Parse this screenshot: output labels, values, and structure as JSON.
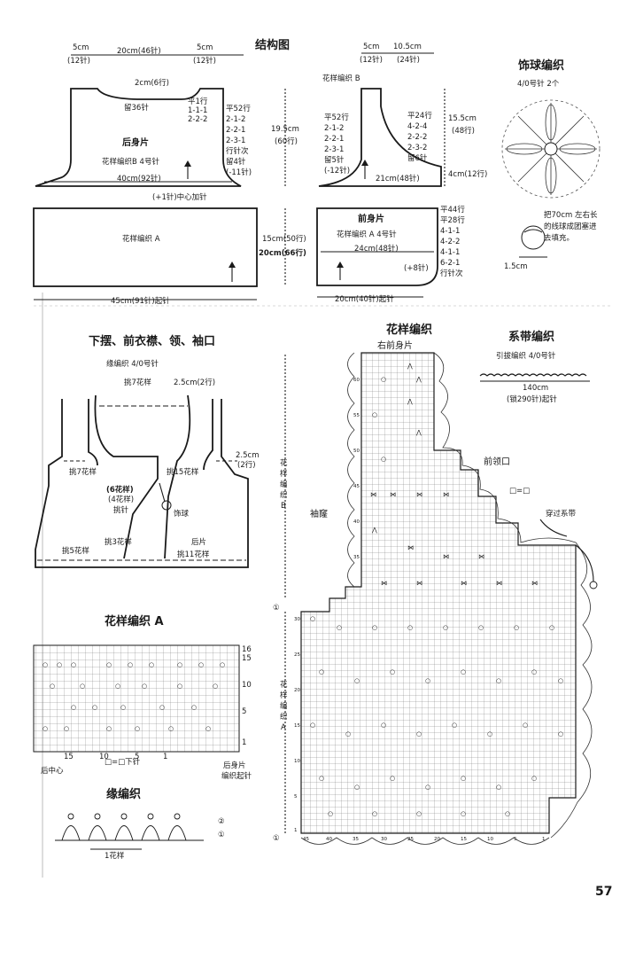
{
  "titles": {
    "structure": "结构图",
    "pompom": "饰球编织",
    "edges": "下摆、前衣襟、领、袖口",
    "patternA": "花样编织 A",
    "pattern": "花样编织",
    "tie": "系带编织",
    "border": "缘编织"
  },
  "back": {
    "top_left": "5cm",
    "top_left_st": "(12针)",
    "top_mid": "20cm(46针)",
    "top_right": "5cm",
    "top_right_st": "(12针)",
    "neck": "2cm(6行)",
    "neck_st": "留36针",
    "name": "后身片",
    "pattern": "花样编织B 4号针",
    "width": "40cm(92针)",
    "center_inc": "(+1针)中心加针",
    "shoulder_rows": [
      "平1行",
      "1-1-1",
      "2-2-2"
    ],
    "arm_rows": [
      "平52行",
      "2-1-2",
      "2-2-1",
      "2-3-1",
      "行针次",
      "留4针",
      "(-11针)"
    ],
    "height": "19.5cm",
    "height_rows": "(60行)",
    "lower_pattern": "花样编织 A",
    "lower_h": "15cm(50行)",
    "lower_h2": "20cm(66行)",
    "cast_on": "45cm(91针)起针"
  },
  "front": {
    "top_left": "5cm",
    "top_left_st": "(12针)",
    "top_right": "10.5cm",
    "top_right_st": "(24针)",
    "pattern_top": "花样编织 B",
    "arm_rows": [
      "平52行",
      "2-1-2",
      "2-2-1",
      "2-3-1",
      "留5针",
      "(-12针)"
    ],
    "neck_rows": [
      "平24行",
      "4-2-4",
      "2-2-2",
      "2-3-2",
      "留6针"
    ],
    "neck_h": "15.5cm",
    "neck_h_rows": "(48行)",
    "shoulder_h": "4cm(12行)",
    "width_top": "21cm(48针)",
    "name": "前身片",
    "pattern": "花样编织 A 4号针",
    "width": "24cm(48针)",
    "side_rows": [
      "平44行",
      "平28行",
      "4-1-1",
      "4-2-2",
      "4-1-1",
      "6-2-1",
      "行针次"
    ],
    "inc": "(+8针)",
    "cast_on": "20cm(40针)起针"
  },
  "pompom": {
    "needle": "4/0号针  2个",
    "note": [
      "把70cm 左右长",
      "的线球成团塞进",
      "去填充。"
    ],
    "size": "1.5cm"
  },
  "edges": {
    "needle": "缘编织 4/0号针",
    "pick_neck": "挑7花样",
    "neck_w": "2.5cm(2行)",
    "sleeve_w": "2.5cm",
    "sleeve_rows": "(2行)",
    "pick_front": "挑7花样",
    "pick_arm": "挑15花样",
    "center_1": "(6花样)",
    "center_2": "(4花样)",
    "center_3": "挑针",
    "ball": "饰球",
    "hem_left": "挑5花样",
    "hem_mid": "挑3花样",
    "back_name": "后片",
    "hem_back": "挑11花样"
  },
  "patternA": {
    "legend": "□=□下针",
    "center": "后中心",
    "right_1": "后身片",
    "right_2": "编织起针",
    "rows": [
      "16",
      "15",
      "10",
      "5",
      "1"
    ],
    "cols": [
      "15",
      "10",
      "5",
      "1"
    ]
  },
  "chart": {
    "section_top": "右前身片",
    "section_neck": "前领口",
    "legend": "□=□",
    "sleeve": "袖窿",
    "tie_label": "穿过系带",
    "side_b": [
      "花",
      "样",
      "编",
      "织",
      "B"
    ],
    "side_a": [
      "花",
      "样",
      "编",
      "织",
      "A"
    ],
    "marks": [
      "①",
      "①"
    ],
    "row_nums": [
      "60",
      "55",
      "50",
      "45",
      "40",
      "35",
      "30",
      "25",
      "20",
      "15",
      "10",
      "5",
      "1"
    ],
    "col_nums": [
      "45",
      "40",
      "35",
      "30",
      "25",
      "20",
      "15",
      "10",
      "5",
      "1"
    ]
  },
  "tie": {
    "needle": "引拔编织 4/0号针",
    "length": "140cm",
    "cast_on": "(锁290针)起针"
  },
  "border": {
    "row2": "②",
    "row1": "①",
    "repeat": "1花样"
  },
  "page_number": "57"
}
